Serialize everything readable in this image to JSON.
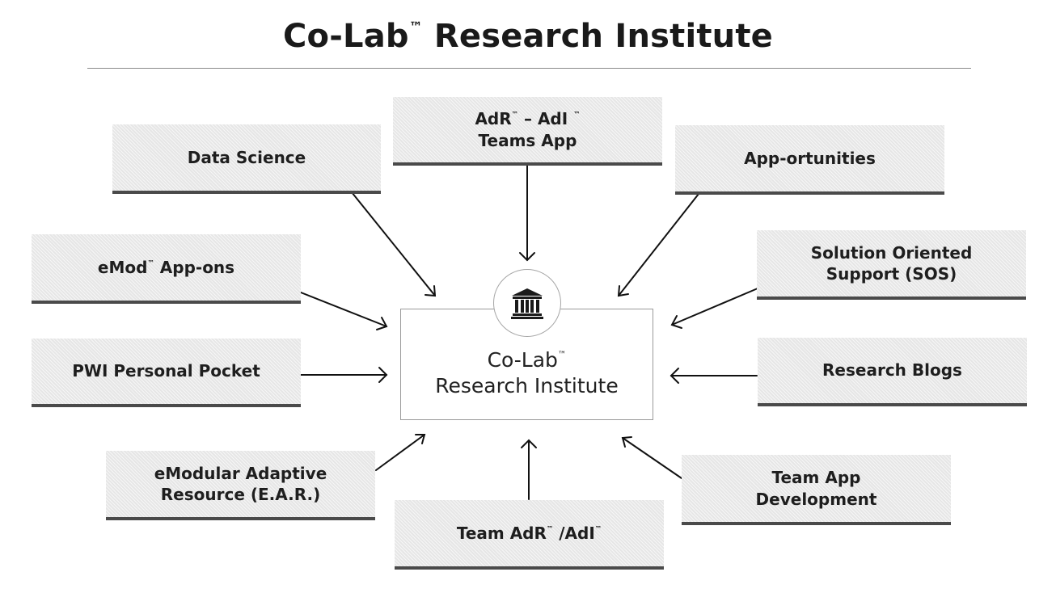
{
  "title": {
    "text": "Co-Lab",
    "tm": "™",
    "rest": " Research Institute"
  },
  "center": {
    "line1": "Co-Lab",
    "tm": "™",
    "line2": "Research Institute",
    "icon": "institution-building-icon"
  },
  "nodes": {
    "data_science": {
      "text": "Data Science"
    },
    "adr_adi_teams_app": {
      "part1": "AdR",
      "tm1": "™",
      "part2": " – AdI ",
      "tm2": "™",
      "line2": "Teams App"
    },
    "app_ortunities": {
      "text": "App-ortunities"
    },
    "emod_app_ons": {
      "part1": "eMod",
      "tm1": "™",
      "part2": " App-ons"
    },
    "solution_oriented_support": {
      "line1": "Solution Oriented",
      "line2": "Support (SOS)"
    },
    "pwi_personal_pocket": {
      "text": "PWI Personal Pocket"
    },
    "research_blogs": {
      "text": "Research Blogs"
    },
    "emodular_adaptive_resource": {
      "line1": "eModular Adaptive",
      "line2": "Resource (E.A.R.)"
    },
    "team_adr_adi": {
      "part1": "Team AdR",
      "tm1": "™",
      "part2": " /AdI",
      "tm2": "™"
    },
    "team_app_development": {
      "line1": "Team App",
      "line2": "Development"
    }
  },
  "colors": {
    "text": "#1e1e1e",
    "node_fill": "#ececec",
    "node_underline": "#4a4a4a",
    "arrow": "#111111",
    "center_border": "#9a9a9a"
  }
}
